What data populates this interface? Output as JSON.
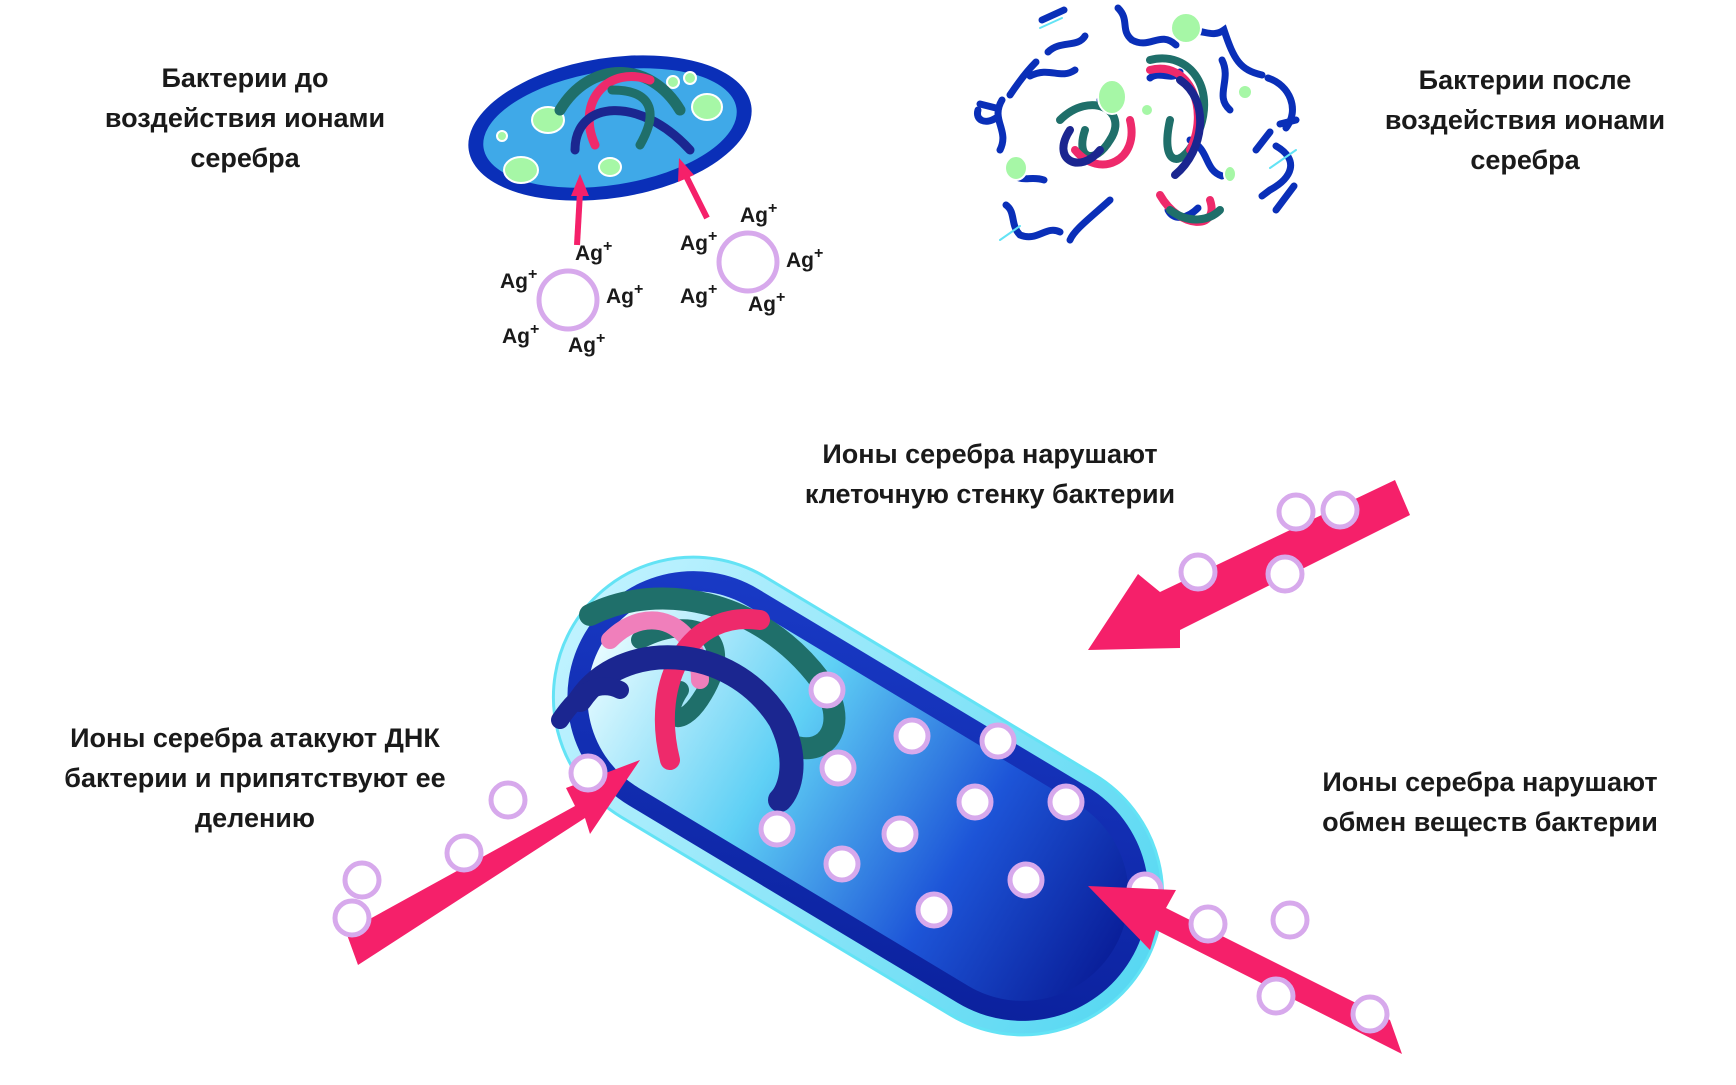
{
  "labels": {
    "before": [
      "Бактерии до",
      "воздействия ионами",
      "серебра"
    ],
    "after": [
      "Бактерии после",
      "воздействия ионами",
      "серебра"
    ],
    "wall": [
      "Ионы серебра нарушают",
      "клеточную стенку бактерии"
    ],
    "dna": [
      "Ионы серебра атакуют ДНК",
      "бактерии и припятствуют ее",
      "делению"
    ],
    "metabolism": [
      "Ионы серебра нарушают",
      "обмен веществ бактерии"
    ]
  },
  "ion_symbol": "Ag",
  "ion_charge": "+",
  "colors": {
    "membrane_dark": "#0a2fb8",
    "membrane_mid": "#1f49d9",
    "cytoplasm": "#3fa9e8",
    "vesicle": "#a6f7a6",
    "dna_pink": "#ee2a6b",
    "dna_teal": "#1f6f6a",
    "dna_navy": "#1b2690",
    "arrow": "#f5206a",
    "ion_ring": "#d7a9ec",
    "cyan_outline": "#63e3f5"
  }
}
